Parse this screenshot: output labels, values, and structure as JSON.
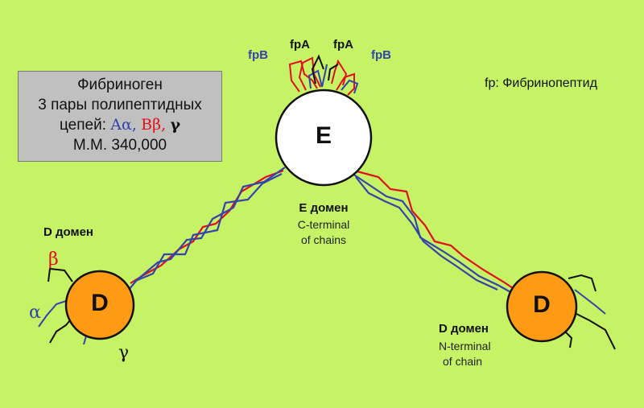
{
  "info_box": {
    "line1": "Фибриноген",
    "line2": "3 пары полипептидных",
    "line3_prefix": "цепей: ",
    "chain_a": "Aα,",
    "chain_b": "Bβ,",
    "chain_g": "γ",
    "line4": "M.M. 340,000"
  },
  "legend": "fp: Фибринопептид",
  "peptides": {
    "fpA_left": "fpA",
    "fpA_right": "fpA",
    "fpB_left": "fpB",
    "fpB_right": "fpB"
  },
  "e_node": {
    "letter": "E",
    "title": "E домен",
    "sub1": "C-terminal",
    "sub2": "of chains"
  },
  "d_left": {
    "letter": "D",
    "title": "D домен",
    "beta": "β",
    "alpha": "α",
    "gamma": "γ"
  },
  "d_right": {
    "letter": "D",
    "title": "D домен",
    "sub1": "N-terminal",
    "sub2": "of chain"
  },
  "colors": {
    "background": "#c6f266",
    "alpha": "#3344aa",
    "beta": "#e0101a",
    "gamma": "#111111",
    "node_d": "#ff9a14",
    "node_e": "#ffffff",
    "box": "#c0c0c0"
  }
}
